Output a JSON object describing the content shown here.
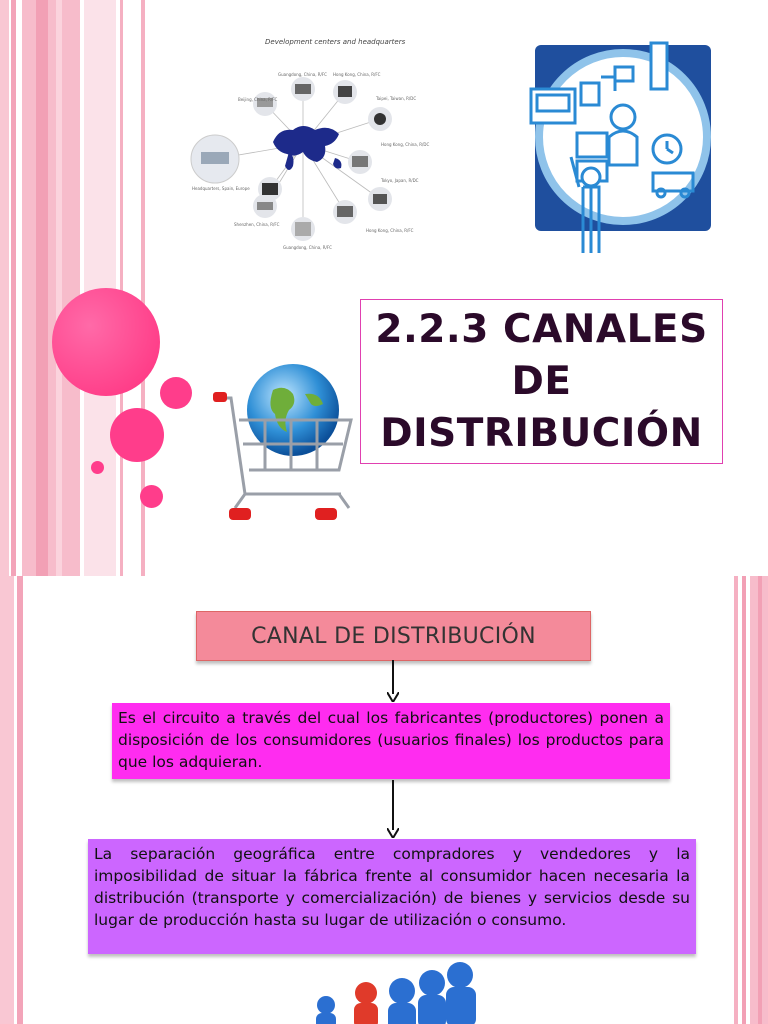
{
  "slide1": {
    "title_lines": [
      "2.2.3 CANALES",
      "DE",
      "DISTRIBUCIÓN"
    ],
    "map_caption": "Development centers and headquarters",
    "map_labels": [
      "Guangdong, China, R/FC",
      "Hong Kong, China, R/FC",
      "Beijing, China, R/FC",
      "Taipei, Taiwan, R/DC",
      "Hong Kong, China, R/DC",
      "Headquarters, Spain, Europe",
      "Tokyo, Japan, R/DC",
      "Shenzhen, China, R/FC",
      "Hong Kong, China, R/FC",
      "Guangdong, China, R/FC"
    ],
    "colors": {
      "accent_pink": "#ff3d8b",
      "stripe_pink": "#f7b6c8",
      "title_border": "#e040b0"
    }
  },
  "slide2": {
    "box1_label": "CANAL DE DISTRIBUCIÓN",
    "box2_text": "Es el circuito a través del cual los fabricantes (productores) ponen a disposición de los consumidores (usuarios finales) los productos para que los adquieran.",
    "box3_text": "La separación geográfica entre compradores y vendedores y la imposibilidad de situar la fábrica frente al consumidor hacen necesaria la distribución (transporte y comercialización) de bienes y servicios desde su lugar de producción hasta su lugar de utilización o consumo.",
    "colors": {
      "box1": "#f48a9a",
      "box2": "#ff2cf0",
      "box3": "#cc66ff"
    }
  }
}
